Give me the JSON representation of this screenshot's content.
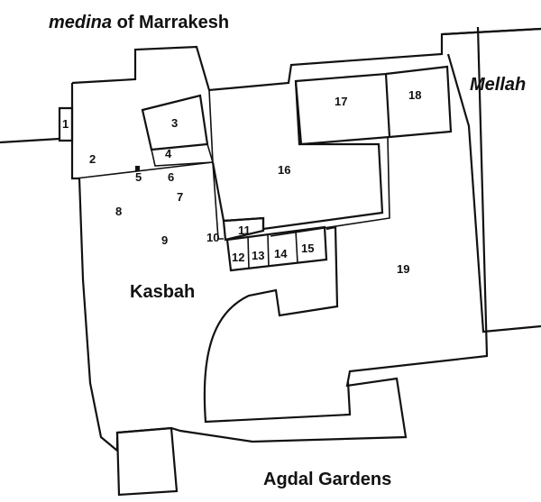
{
  "labels": {
    "medina_italic": "medina",
    "medina_rest": " of Marrakesh",
    "mellah": "Mellah",
    "kasbah": "Kasbah",
    "agdal": "Agdal Gardens"
  },
  "buildings": [
    "1",
    "2",
    "3",
    "4",
    "5",
    "6",
    "7",
    "8",
    "9",
    "10",
    "11",
    "12",
    "13",
    "14",
    "15",
    "16",
    "17",
    "18",
    "19"
  ]
}
